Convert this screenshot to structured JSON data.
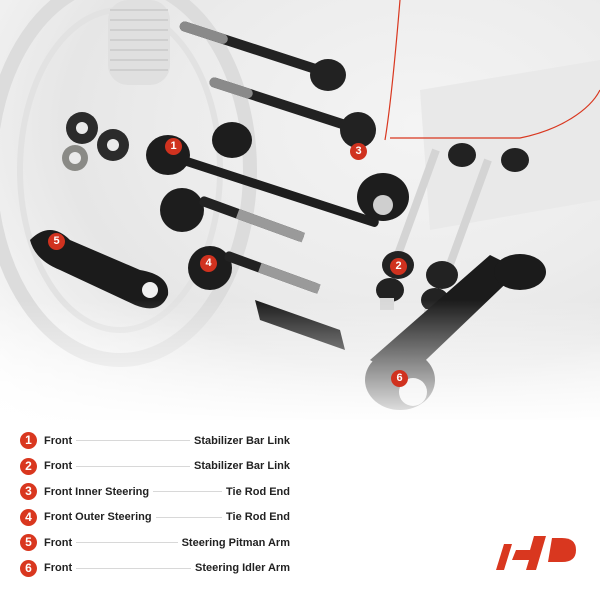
{
  "image": {
    "description": "Product photo of front suspension and steering parts kit over faded wheel-well background",
    "badges": [
      "1",
      "2",
      "3",
      "4",
      "5",
      "6"
    ]
  },
  "legend": {
    "items": [
      {
        "num": "1",
        "position": "Front",
        "part": "Stabilizer Bar Link"
      },
      {
        "num": "2",
        "position": "Front",
        "part": "Stabilizer Bar Link"
      },
      {
        "num": "3",
        "position": "Front Inner Steering",
        "part": "Tie Rod End"
      },
      {
        "num": "4",
        "position": "Front Outer Steering",
        "part": "Tie Rod End"
      },
      {
        "num": "5",
        "position": "Front",
        "part": "Steering Pitman Arm"
      },
      {
        "num": "6",
        "position": "Front",
        "part": "Steering Idler Arm"
      }
    ]
  },
  "brand": {
    "logo": "a-premium-logo",
    "color": "#d9371f"
  }
}
